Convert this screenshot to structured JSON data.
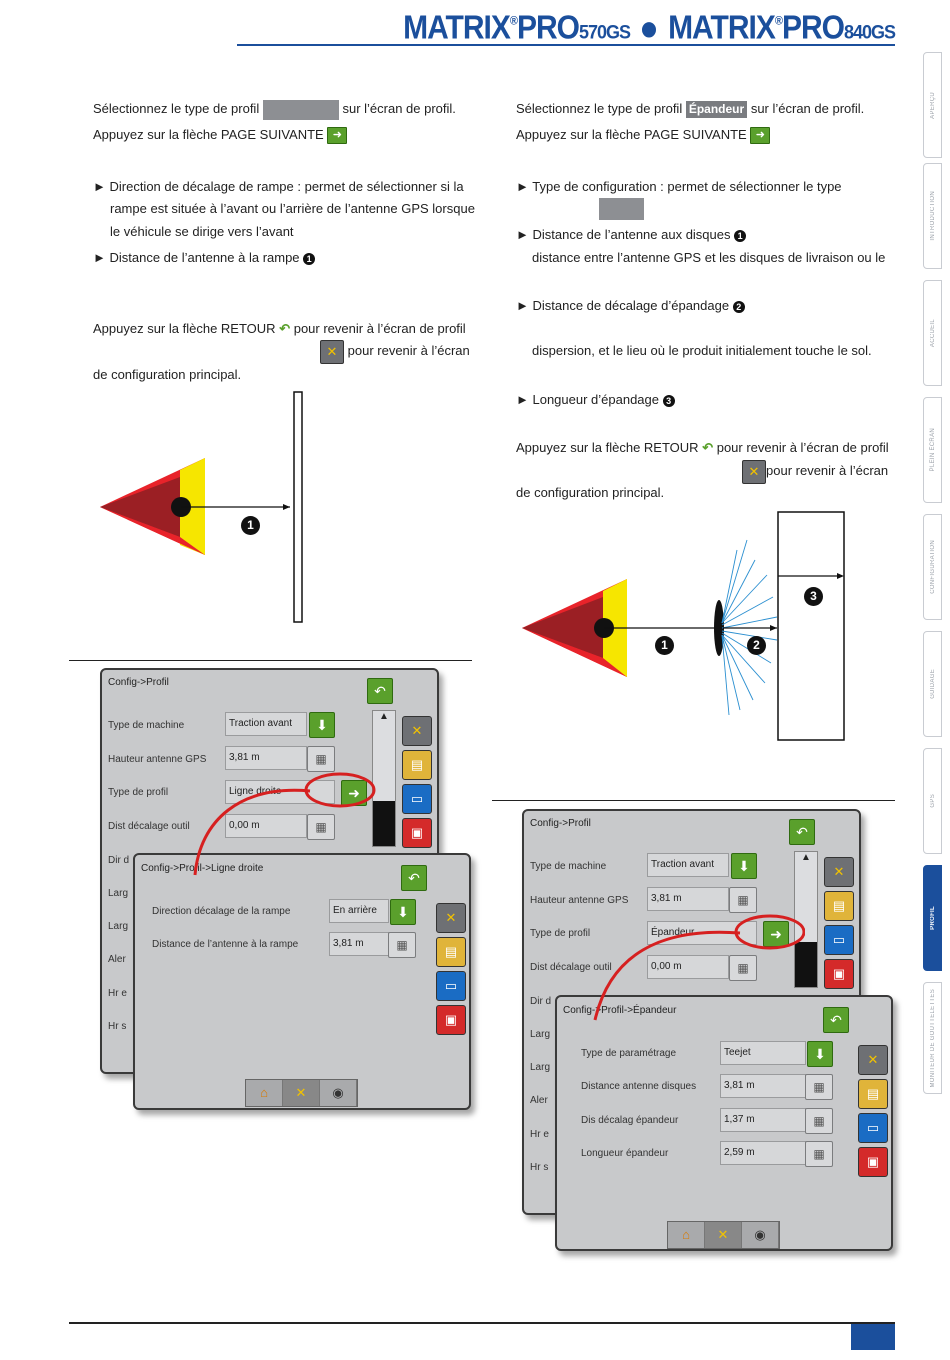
{
  "header": {
    "brand1": "MATRIX",
    "reg1": "®",
    "brand1b": "PRO",
    "model1": "570GS",
    "brand2": "MATRIX",
    "reg2": "®",
    "brand2b": "PRO",
    "model2": "840GS"
  },
  "side_tabs": [
    "APERÇU",
    "INTRODUCTION",
    "ACCUEIL",
    "PLEIN ÉCRAN",
    "CONFIGURATION",
    "GUIDAGE",
    "GPS",
    "PROFIL",
    "MONITEUR DE GOUTTELETTES"
  ],
  "active_tab": "PROFIL",
  "colors": {
    "brand": "#1b4f9c",
    "green_button": "#5aa02c",
    "triangle_red": "#e8232a",
    "triangle_yellow": "#f6e600",
    "callout": "#d62020"
  },
  "left": {
    "l1a": "Sélectionnez le type de profil",
    "l1b": "sur l’écran de profil.",
    "l2": "Appuyez sur la flèche PAGE SUIVANTE",
    "b1a": "► Direction de décalage de rampe : permet de sélectionner si la",
    "b1b": "rampe est située à l’avant ou l’arrière de l’antenne GPS lorsque",
    "b1c": "le véhicule se dirige vers l’avant",
    "b2": "► Distance de l’antenne à la rampe",
    "r1a": "Appuyez sur la flèche RETOUR",
    "r1b": "pour revenir à l’écran de profil",
    "r2": "pour revenir à l’écran",
    "r3": "de configuration principal."
  },
  "right": {
    "l1a": "Sélectionnez le type de profil",
    "tag": "Épandeur",
    "l1b": "sur l’écran de profil.",
    "l2": "Appuyez sur la flèche PAGE SUIVANTE",
    "b1": "► Type de configuration : permet de sélectionner le type",
    "b2": "► Distance de l’antenne aux disques",
    "b2b": "distance entre l’antenne GPS et les disques de livraison ou le",
    "b3": "► Distance de décalage d’épandage",
    "b3b": "dispersion, et le lieu où le produit initialement touche le sol.",
    "b4": "► Longueur d’épandage",
    "r1a": "Appuyez sur la flèche RETOUR",
    "r1b": "pour revenir à l’écran de profil",
    "r2": "pour revenir à l’écran",
    "r3": "de configuration principal."
  },
  "markers": {
    "n1": "1",
    "n2": "2",
    "n3": "3"
  },
  "screen1": {
    "title": "Config->Profil",
    "rows": [
      {
        "label": "Type de machine",
        "value": "Traction avant"
      },
      {
        "label": "Hauteur antenne GPS",
        "value": "3,81 m"
      },
      {
        "label": "Type de profil",
        "value": "Ligne droite"
      },
      {
        "label": "Dist décalage outil",
        "value": "0,00 m"
      }
    ],
    "partial": [
      "Dir d",
      "Larg",
      "Larg",
      "Aler",
      "Hr e",
      "Hr s"
    ]
  },
  "screen2": {
    "title": "Config->Profil->Ligne droite",
    "rows": [
      {
        "label": "Direction décalage de la rampe",
        "value": "En arrière"
      },
      {
        "label": "Distance de l’antenne à la rampe",
        "value": "3,81 m"
      }
    ]
  },
  "screen3": {
    "title": "Config->Profil",
    "rows": [
      {
        "label": "Type de machine",
        "value": "Traction avant"
      },
      {
        "label": "Hauteur antenne GPS",
        "value": "3,81 m"
      },
      {
        "label": "Type de profil",
        "value": "Épandeur"
      },
      {
        "label": "Dist décalage outil",
        "value": "0,00 m"
      }
    ],
    "partial": [
      "Dir d",
      "Larg",
      "Larg",
      "Aler",
      "Hr e",
      "Hr s"
    ]
  },
  "screen4": {
    "title": "Config->Profil->Épandeur",
    "rows": [
      {
        "label": "Type de paramétrage",
        "value": "Teejet"
      },
      {
        "label": "Distance antenne disques",
        "value": "3,81 m"
      },
      {
        "label": "Dis décalag épandeur",
        "value": "1,37 m"
      },
      {
        "label": "Longueur épandeur",
        "value": "2,59 m"
      }
    ]
  }
}
